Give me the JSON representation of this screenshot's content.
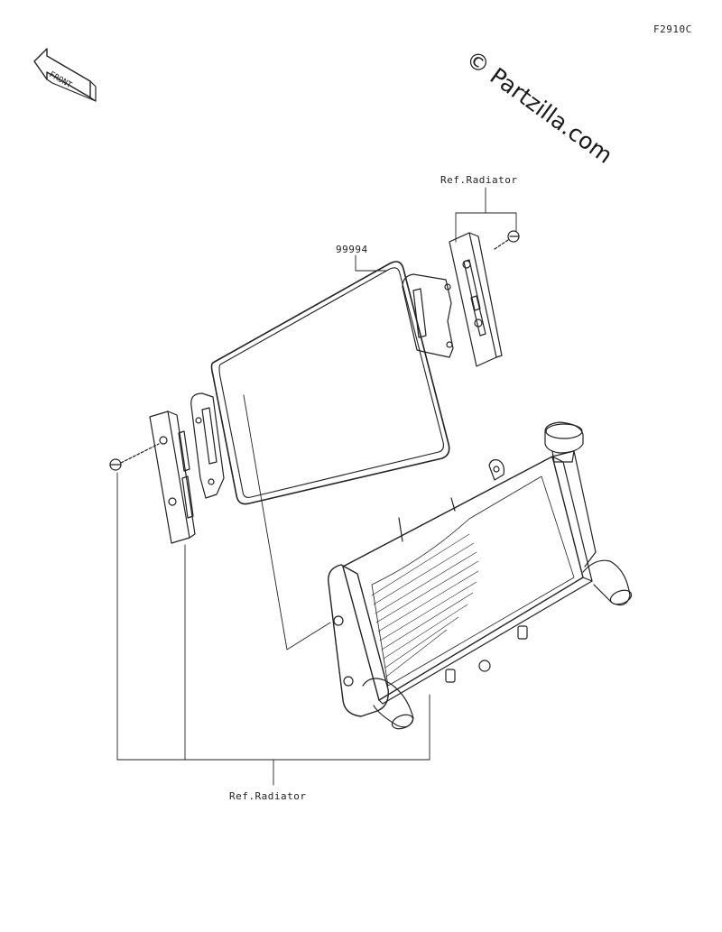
{
  "diagram": {
    "figure_code": "F2910C",
    "front_label": "FRONT",
    "watermark": "© Partzilla.com",
    "callouts": {
      "part_number": "99994",
      "ref_top": "Ref.Radiator",
      "ref_bottom": "Ref.Radiator"
    }
  },
  "colors": {
    "line": "#222222",
    "background": "#ffffff"
  }
}
